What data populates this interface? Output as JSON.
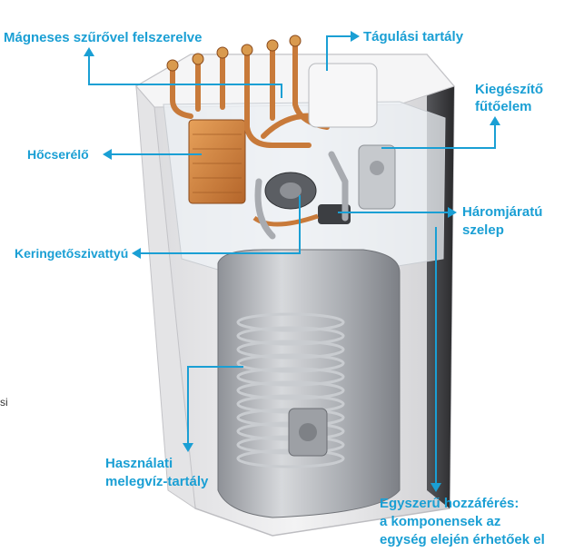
{
  "labels": {
    "magnetic_filter": "Mágneses szűrővel felszerelve",
    "expansion_tank": "Tágulási tartály",
    "backup_heater_line1": "Kiegészítő",
    "backup_heater_line2": "fűtőelem",
    "heat_exchanger": "Hőcserélő",
    "three_way_valve_line1": "Háromjáratú",
    "three_way_valve_line2": "szelep",
    "circulation_pump": "Keringetőszivattyú",
    "dhw_tank_line1": "Használati",
    "dhw_tank_line2": "melegvíz-tartály",
    "easy_access_line1": "Egyszerű hozzáférés:",
    "easy_access_line2": "a komponensek az",
    "easy_access_line3": "egység elején érhetőek el"
  },
  "stray_text": "si",
  "colors": {
    "accent": "#1a9fd4",
    "panel": "#e8e8ea",
    "panel_dark": "#3a3a3c",
    "copper": "#c87a3a",
    "steel": "#b9bcc1"
  }
}
